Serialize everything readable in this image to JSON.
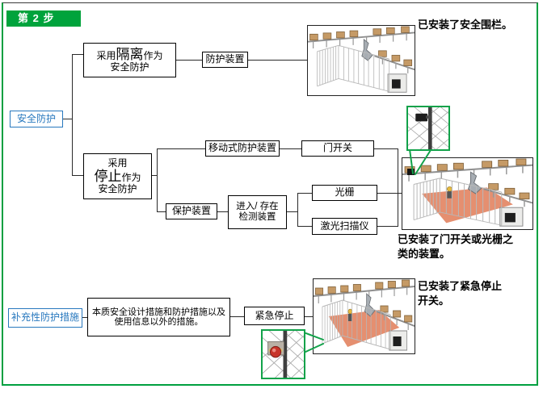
{
  "step_label": "第 2 步",
  "flowchart": {
    "safety_node": "安全防护",
    "isolation": {
      "pre": "采用",
      "emph": "隔离",
      "post": "作为",
      "line2": "安全防护"
    },
    "guard_device": "防护装置",
    "stop": {
      "line1": "采用",
      "emph": "停止",
      "post": "作为",
      "line3": "安全防护"
    },
    "movable_guard": "移动式防护装置",
    "door_switch": "门开关",
    "protective_device": "保护装置",
    "detection": {
      "line1": "进入/ 存在",
      "line2": "检测装置"
    },
    "light_curtain": "光栅",
    "laser_scanner": "激光扫描仪",
    "supplementary_node": "补充性防护措施",
    "supplementary_desc": {
      "line1": "本质安全设计措施和防护措施以及",
      "line2": "使用信息以外的措施。"
    },
    "emergency_stop": "紧急停止"
  },
  "captions": {
    "fence_installed": "已安装了安全围栏。",
    "door_or_curtain": {
      "line1": "已安装了门开关或光栅之",
      "line2": "类的装置。"
    },
    "estop_installed": {
      "line1": "已安装了紧急停止",
      "line2": "开关。"
    }
  },
  "colors": {
    "green": "#00A040",
    "blue": "#2878BE",
    "floor_highlight": "#E58F70",
    "estop_red": "#C7342A"
  },
  "illustrations": {
    "fence_scene": "factory-line-with-safety-fence",
    "door_switch_scene": "factory-line-with-door-switch-and-highlighted-floor",
    "estop_scene": "factory-line-with-emergency-stop-and-highlighted-floor",
    "door_switch_inset": "door-switch-detail",
    "estop_inset": "emergency-stop-button-detail"
  }
}
